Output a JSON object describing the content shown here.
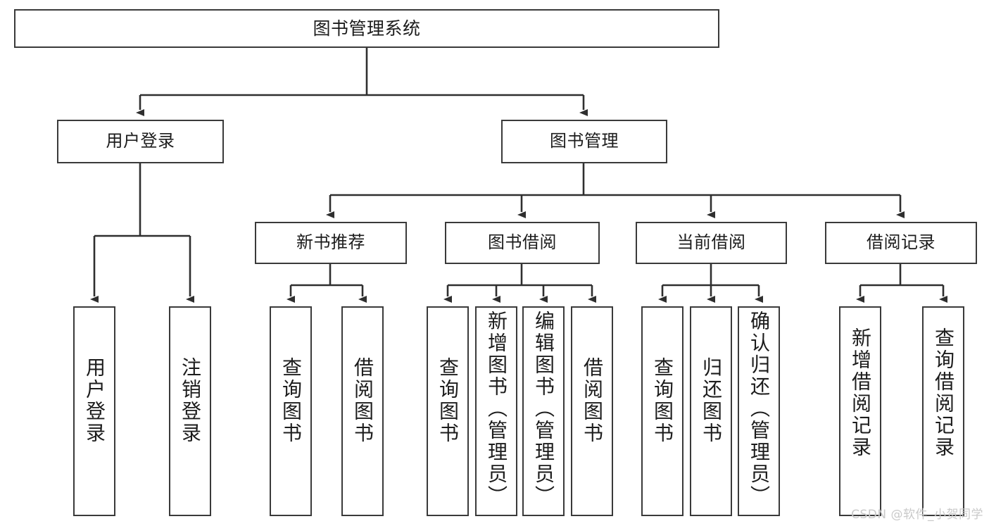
{
  "diagram": {
    "type": "tree",
    "title": "图书管理系统",
    "stroke_color": "#3a3a3a",
    "fill_color": "#ffffff",
    "text_color": "#1c1c1c",
    "nodes": [
      {
        "id": "root",
        "label": "图书管理系统",
        "level": 0,
        "orientation": "horizontal"
      },
      {
        "id": "login",
        "label": "用户登录",
        "level": 1,
        "orientation": "horizontal"
      },
      {
        "id": "bookmgmt",
        "label": "图书管理",
        "level": 1,
        "orientation": "horizontal"
      },
      {
        "id": "newrec",
        "label": "新书推荐",
        "level": 2,
        "orientation": "horizontal"
      },
      {
        "id": "borrow",
        "label": "图书借阅",
        "level": 2,
        "orientation": "horizontal"
      },
      {
        "id": "current",
        "label": "当前借阅",
        "level": 2,
        "orientation": "horizontal"
      },
      {
        "id": "records",
        "label": "借阅记录",
        "level": 2,
        "orientation": "horizontal"
      },
      {
        "id": "leaf-login",
        "label": "用户登录",
        "level": 3,
        "orientation": "vertical"
      },
      {
        "id": "leaf-logout",
        "label": "注销登录",
        "level": 3,
        "orientation": "vertical"
      },
      {
        "id": "leaf-q1",
        "label": "查询图书",
        "level": 3,
        "orientation": "vertical"
      },
      {
        "id": "leaf-b1",
        "label": "借阅图书",
        "level": 3,
        "orientation": "vertical"
      },
      {
        "id": "leaf-q2",
        "label": "查询图书",
        "level": 3,
        "orientation": "vertical"
      },
      {
        "id": "leaf-add",
        "label": "新增图书（管理员）",
        "level": 3,
        "orientation": "vertical"
      },
      {
        "id": "leaf-edit",
        "label": "编辑图书（管理员）",
        "level": 3,
        "orientation": "vertical"
      },
      {
        "id": "leaf-b2",
        "label": "借阅图书",
        "level": 3,
        "orientation": "vertical"
      },
      {
        "id": "leaf-q3",
        "label": "查询图书",
        "level": 3,
        "orientation": "vertical"
      },
      {
        "id": "leaf-ret",
        "label": "归还图书",
        "level": 3,
        "orientation": "vertical"
      },
      {
        "id": "leaf-conf",
        "label": "确认归还（管理员）",
        "level": 3,
        "orientation": "vertical"
      },
      {
        "id": "leaf-addrec",
        "label": "新增借阅记录",
        "level": 3,
        "orientation": "vertical"
      },
      {
        "id": "leaf-qrec",
        "label": "查询借阅记录",
        "level": 3,
        "orientation": "vertical"
      }
    ],
    "edges": [
      {
        "from": "root",
        "to": "login"
      },
      {
        "from": "root",
        "to": "bookmgmt"
      },
      {
        "from": "login",
        "to": "leaf-login"
      },
      {
        "from": "login",
        "to": "leaf-logout"
      },
      {
        "from": "bookmgmt",
        "to": "newrec"
      },
      {
        "from": "bookmgmt",
        "to": "borrow"
      },
      {
        "from": "bookmgmt",
        "to": "current"
      },
      {
        "from": "bookmgmt",
        "to": "records"
      },
      {
        "from": "newrec",
        "to": "leaf-q1"
      },
      {
        "from": "newrec",
        "to": "leaf-b1"
      },
      {
        "from": "borrow",
        "to": "leaf-q2"
      },
      {
        "from": "borrow",
        "to": "leaf-add"
      },
      {
        "from": "borrow",
        "to": "leaf-edit"
      },
      {
        "from": "borrow",
        "to": "leaf-b2"
      },
      {
        "from": "current",
        "to": "leaf-q3"
      },
      {
        "from": "current",
        "to": "leaf-ret"
      },
      {
        "from": "current",
        "to": "leaf-conf"
      },
      {
        "from": "records",
        "to": "leaf-addrec"
      },
      {
        "from": "records",
        "to": "leaf-qrec"
      }
    ]
  },
  "watermark": {
    "text": "CSDN @软件_小贺同学"
  }
}
